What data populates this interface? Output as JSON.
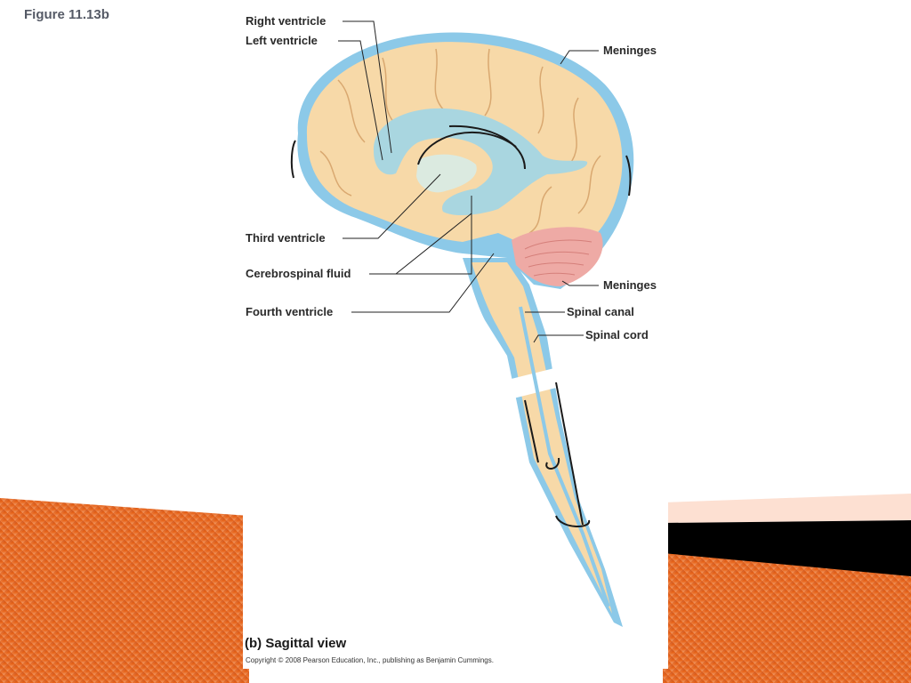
{
  "figure": {
    "title": "Figure 11.13b",
    "caption": "(b) Sagittal view",
    "copyright": "Copyright © 2008 Pearson Education, Inc., publishing as Benjamin Cummings."
  },
  "labels": {
    "right_ventricle": "Right ventricle",
    "left_ventricle": "Left ventricle",
    "meninges_top": "Meninges",
    "third_ventricle": "Third ventricle",
    "cerebrospinal_fluid": "Cerebrospinal fluid",
    "meninges_bottom": "Meninges",
    "fourth_ventricle": "Fourth ventricle",
    "spinal_canal": "Spinal canal",
    "spinal_cord": "Spinal cord"
  },
  "colors": {
    "meninges_blue": "#8cc9e8",
    "brain_tissue": "#f7d9a8",
    "ventricle": "#a9d6e0",
    "cerebellum": "#eeaaa5",
    "slide_orange": "#e0601a",
    "slide_black": "#000000",
    "slide_peach": "#fde0d2"
  }
}
